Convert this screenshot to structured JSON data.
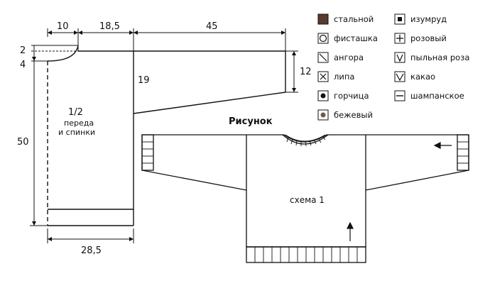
{
  "pattern": {
    "dimensions": {
      "neck_width": "10",
      "shoulder_width": "18,5",
      "sleeve_length": "45",
      "neck_drop_back": "2",
      "neck_drop_front": "4",
      "sleeve_cuff_height": "12",
      "armhole_depth": "19",
      "body_length": "50",
      "half_width": "28,5"
    },
    "piece_label": [
      "1/2",
      "переда",
      "и спинки"
    ]
  },
  "sweater": {
    "title": "Рисунок",
    "scheme_label": "схема 1"
  },
  "legend": [
    {
      "symbol": "filled-brown",
      "label": "стальной"
    },
    {
      "symbol": "circle",
      "label": "фисташка"
    },
    {
      "symbol": "diagonal",
      "label": "ангора"
    },
    {
      "symbol": "cross",
      "label": "липа"
    },
    {
      "symbol": "dot",
      "label": "горчица"
    },
    {
      "symbol": "brown-dot",
      "label": "бежевый"
    },
    {
      "symbol": "small-square",
      "label": "изумруд"
    },
    {
      "symbol": "plus",
      "label": "розовый"
    },
    {
      "symbol": "v",
      "label": "пыльная роза"
    },
    {
      "symbol": "triangle-down",
      "label": "какао"
    },
    {
      "symbol": "minus",
      "label": "шампанское"
    }
  ],
  "colors": {
    "ink": "#111111",
    "steel_brown": "#5a3a2c",
    "beige_dot": "#6b5a46"
  }
}
